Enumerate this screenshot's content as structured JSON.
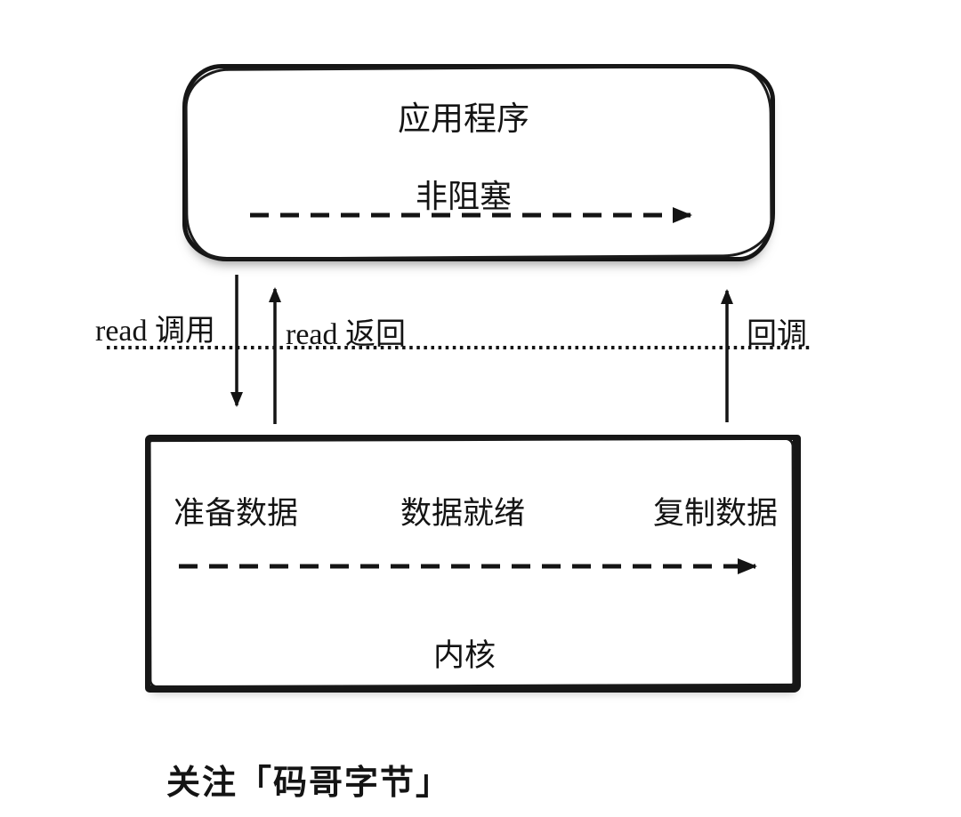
{
  "colors": {
    "ink": "#141414",
    "background": "#ffffff"
  },
  "app_box": {
    "title": "应用程序",
    "mode": "非阻塞"
  },
  "flow_labels": {
    "read_call": "read 调用",
    "read_return": "read 返回",
    "callback": "回调"
  },
  "kernel_box": {
    "stages": [
      "准备数据",
      "数据就绪",
      "复制数据"
    ],
    "title": "内核"
  },
  "caption": "关注「码哥字节」",
  "icons": {
    "nonblocking_flow": "dashed-right-arrow",
    "read_call": "down-arrow",
    "read_return": "up-arrow",
    "callback": "up-arrow",
    "kernel_flow": "dashed-right-arrow",
    "boundary": "dotted-horizontal-line"
  }
}
